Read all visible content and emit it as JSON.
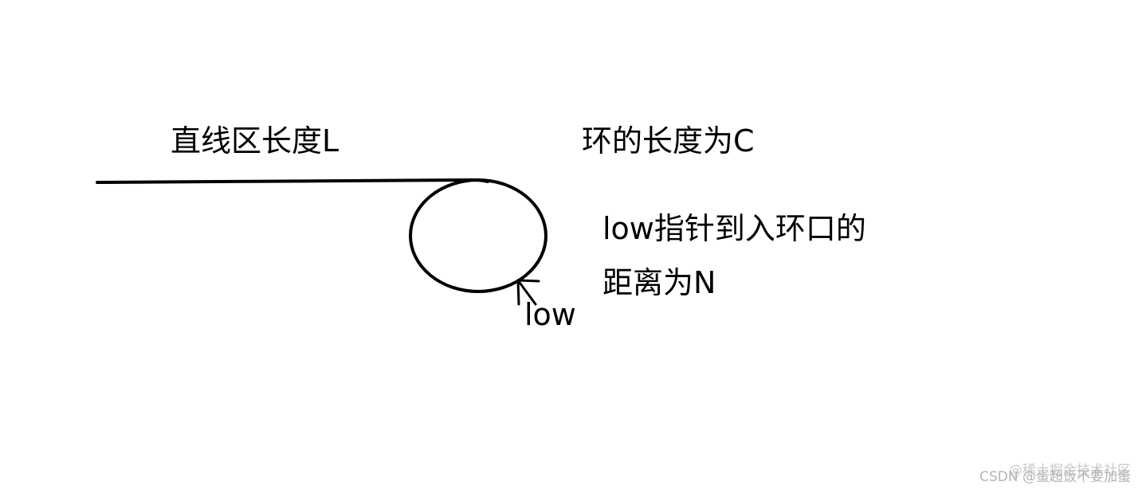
{
  "labels": {
    "straight_section": "直线区长度L",
    "ring_length": "环的长度为C",
    "low_distance_line1": "low指针到入环口的",
    "low_distance_line2": "距离为N",
    "low_pointer": "low"
  },
  "watermarks": {
    "line1": "@稀土掘金技术社区",
    "line2": "CSDN @蛋超饭不要加蛋"
  },
  "colors": {
    "stroke": "#000000",
    "background": "#ffffff"
  }
}
